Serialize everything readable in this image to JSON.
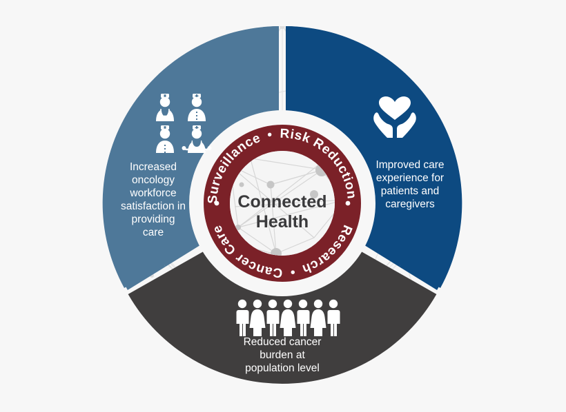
{
  "figure": {
    "title": "Connected Health",
    "type": "donut-diagram",
    "background_color": "#f7f7f7"
  },
  "center": {
    "line1": "Connected",
    "line2": "Health",
    "text_color": "#3a3a3c",
    "fill_color": "#f5f5f5",
    "network_color": "#cfcfcf"
  },
  "ring": {
    "fill_color": "#7b2128",
    "text_color": "#ffffff",
    "items": [
      {
        "label": "Risk Reduction",
        "position": "top-right"
      },
      {
        "label": "Cancer Care",
        "position": "bottom-right"
      },
      {
        "label": "Research",
        "position": "bottom-left"
      },
      {
        "label": "Surveillance",
        "position": "top-left"
      }
    ],
    "separator": "•"
  },
  "segments": [
    {
      "id": "workforce",
      "color": "#4e7899",
      "icon": "medical-staff-icon",
      "lines": [
        "Increased",
        "oncology",
        "workforce",
        "satisfaction in",
        "providing",
        "care"
      ],
      "text": "Increased oncology workforce satisfaction in providing care"
    },
    {
      "id": "patient-experience",
      "color": "#0d4a81",
      "icon": "heart-in-hands-icon",
      "lines": [
        "Improved care",
        "experience for",
        "patients and",
        "caregivers"
      ],
      "text": "Improved care experience for patients and caregivers"
    },
    {
      "id": "population-burden",
      "color": "#403e3e",
      "icon": "people-group-icon",
      "lines": [
        "Reduced cancer",
        "burden at",
        "population level"
      ],
      "text": "Reduced cancer burden at population level"
    }
  ],
  "chart_data": {
    "type": "pie",
    "title": "Connected Health",
    "categories": [
      "Increased oncology workforce satisfaction in providing care",
      "Improved care experience for patients and caregivers",
      "Reduced cancer burden at population level"
    ],
    "values": [
      33.3,
      33.3,
      33.3
    ],
    "colors": [
      "#4e7899",
      "#0d4a81",
      "#403e3e"
    ],
    "center_label": "Connected Health",
    "inner_ring_labels": [
      "Surveillance",
      "Risk Reduction",
      "Cancer Care",
      "Research"
    ],
    "inner_ring_color": "#7b2128",
    "legend": "none",
    "grid": false
  }
}
